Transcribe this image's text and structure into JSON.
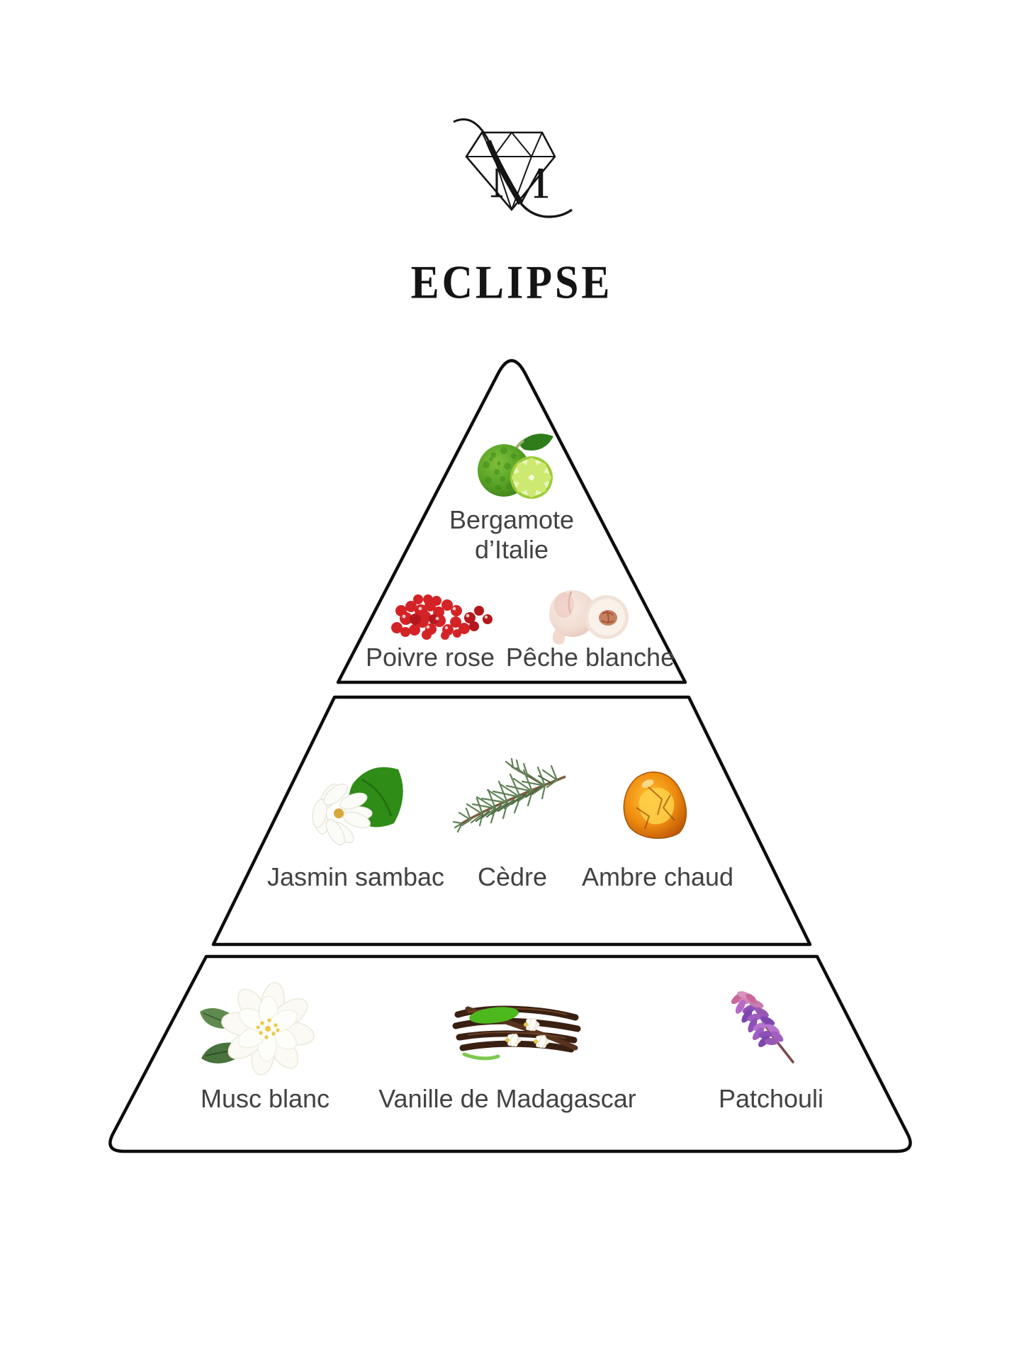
{
  "brand": {
    "logo_icon": "diamond-monogram-m"
  },
  "title": "ECLIPSE",
  "colors": {
    "line": "#0d0d0d",
    "label": "#424242",
    "title": "#141414",
    "amber": "#e07d0e",
    "peppercorn": "#d42327",
    "patchouli": "#9a5fbe"
  },
  "pyramid": {
    "tiers": [
      {
        "level": "top-notes",
        "items": [
          {
            "label": "Bergamote d’Italie",
            "icon": "bergamot-icon"
          },
          {
            "label": "Poivre rose",
            "icon": "pink-peppercorns-icon"
          },
          {
            "label": "Pêche blanche",
            "icon": "white-peach-icon"
          }
        ]
      },
      {
        "level": "heart-notes",
        "items": [
          {
            "label": "Jasmin sambac",
            "icon": "jasmine-flower-icon"
          },
          {
            "label": "Cèdre",
            "icon": "cedar-branch-icon"
          },
          {
            "label": "Ambre chaud",
            "icon": "amber-stone-icon"
          }
        ]
      },
      {
        "level": "base-notes",
        "items": [
          {
            "label": "Musc blanc",
            "icon": "white-musk-flower-icon"
          },
          {
            "label": "Vanille de Madagascar",
            "icon": "vanilla-pods-icon"
          },
          {
            "label": "Patchouli",
            "icon": "patchouli-flower-icon"
          }
        ]
      }
    ]
  }
}
